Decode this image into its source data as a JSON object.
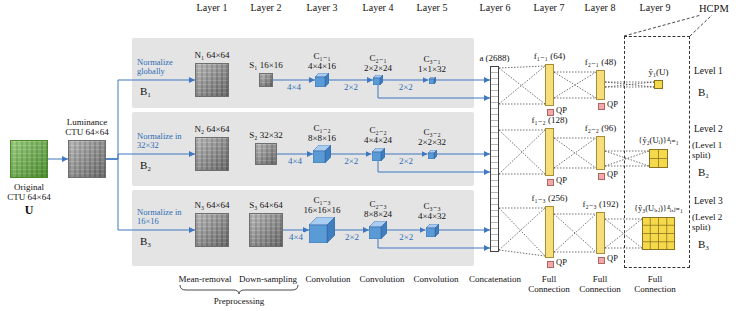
{
  "diagram": {
    "nodes": [
      {
        "text": [
          "Original CTU 64×64",
          "U"
        ]
      },
      {
        "text": [
          "Luminance CTU 64×64"
        ]
      },
      {
        "text": [
          "B₁"
        ]
      },
      {
        "text": [
          "N₁ 64×64"
        ],
        "in": 2
      },
      {
        "text": [
          "S₁ 16×16"
        ],
        "in": 2
      },
      {
        "text": [
          "C₁₋₁ 4×4×16"
        ],
        "in": 2
      },
      {
        "text": [
          "C₂₋₁ 2×2×24"
        ],
        "in": 2
      },
      {
        "text": [
          "C₃₋₁ 1×1×32"
        ],
        "in": 2
      },
      {
        "text": [
          "B₂"
        ]
      },
      {
        "text": [
          "N₂ 64×64"
        ],
        "in": 8
      },
      {
        "text": [
          "S₂ 32×32"
        ],
        "in": 8
      },
      {
        "text": [
          "C₁₋₂ 8×8×16"
        ],
        "in": 8
      },
      {
        "text": [
          "C₂₋₂ 4×4×24"
        ],
        "in": 8
      },
      {
        "text": [
          "C₃₋₂ 2×2×32"
        ],
        "in": 8
      },
      {
        "text": [
          "B₃"
        ]
      },
      {
        "text": [
          "N₃ 64×64"
        ],
        "in": 14
      },
      {
        "text": [
          "S₃ 64×64"
        ],
        "in": 14
      },
      {
        "text": [
          "C₁₋₃ 16×16×16"
        ],
        "in": 14
      },
      {
        "text": [
          "C₂₋₃ 8×8×24"
        ],
        "in": 14
      },
      {
        "text": [
          "C₃₋₃ 4×4×32"
        ],
        "in": 14
      },
      {
        "text": [
          "a (2688)"
        ]
      },
      {
        "text": [
          "f₁₋₁ (64)"
        ]
      },
      {
        "text": [
          "f₂₋₁ (48)"
        ]
      },
      {
        "text": [
          "f₁₋₂ (128)"
        ]
      },
      {
        "text": [
          "f₂₋₂ (96)"
        ]
      },
      {
        "text": [
          "f₁₋₃ (256)"
        ]
      },
      {
        "text": [
          "f₂₋₃ (192)"
        ]
      },
      {
        "text": [
          "HCPM"
        ]
      },
      {
        "text": [
          "ŷ₁(U)"
        ],
        "in": 27
      },
      {
        "text": [
          "{ŷ₂(Uᵢ)}⁴ᵢ₌₁"
        ],
        "in": 27
      },
      {
        "text": [
          "{ŷ₃(Uᵢ,ⱼ)}⁴ᵢ,ⱼ₌₁"
        ],
        "in": 27
      }
    ],
    "edges": [
      {
        "from": 0,
        "to": 1,
        "arrow": "to"
      },
      {
        "from": 1,
        "to": 3,
        "label": "Normalize globally",
        "arrow": "to"
      },
      {
        "from": 1,
        "to": 9,
        "label": "Normalize in 32×32",
        "arrow": "to"
      },
      {
        "from": 1,
        "to": 15,
        "label": "Normalize in 16×16",
        "arrow": "to"
      },
      {
        "from": 4,
        "to": 5,
        "label": "4×4",
        "arrow": "to"
      },
      {
        "from": 5,
        "to": 6,
        "label": "2×2",
        "arrow": "to"
      },
      {
        "from": 6,
        "to": 7,
        "label": "2×2",
        "arrow": "to"
      },
      {
        "from": 10,
        "to": 11,
        "label": "4×4",
        "arrow": "to"
      },
      {
        "from": 11,
        "to": 12,
        "label": "2×2",
        "arrow": "to"
      },
      {
        "from": 12,
        "to": 13,
        "label": "2×2",
        "arrow": "to"
      },
      {
        "from": 16,
        "to": 17,
        "label": "4×4",
        "arrow": "to"
      },
      {
        "from": 17,
        "to": 18,
        "label": "2×2",
        "arrow": "to"
      },
      {
        "from": 18,
        "to": 19,
        "label": "2×2",
        "arrow": "to"
      },
      {
        "from": 6,
        "to": 20,
        "arrow": "to"
      },
      {
        "from": 7,
        "to": 20,
        "arrow": "to"
      },
      {
        "from": 12,
        "to": 20,
        "arrow": "to"
      },
      {
        "from": 13,
        "to": 20,
        "arrow": "to"
      },
      {
        "from": 18,
        "to": 20,
        "arrow": "to"
      },
      {
        "from": 19,
        "to": 20,
        "arrow": "to"
      },
      {
        "from": 20,
        "to": 21,
        "arrow": "none"
      },
      {
        "from": 21,
        "to": 22,
        "arrow": "none"
      },
      {
        "from": 22,
        "to": 28,
        "arrow": "none"
      },
      {
        "from": 20,
        "to": 23,
        "arrow": "none"
      },
      {
        "from": 23,
        "to": 24,
        "arrow": "none"
      },
      {
        "from": 24,
        "to": 29,
        "arrow": "none"
      },
      {
        "from": 20,
        "to": 25,
        "arrow": "none"
      },
      {
        "from": 25,
        "to": 26,
        "arrow": "none"
      },
      {
        "from": 26,
        "to": 30,
        "arrow": "none"
      }
    ],
    "labels": [
      "Layer 1",
      "Layer 2",
      "Layer 3",
      "Layer 4",
      "Layer 5",
      "Layer 6",
      "Layer 7",
      "Layer 8",
      "Layer 9",
      "QP",
      "QP",
      "QP",
      "QP",
      "QP",
      "QP",
      "Level 1",
      "B₁",
      "Level 2",
      "(Level 1 split)",
      "B₂",
      "Level 3",
      "(Level 2 split)",
      "B₃",
      "Mean-removal",
      "Down-sampling",
      "Preprocessing",
      "Convolution",
      "Convolution",
      "Convolution",
      "Concatenation",
      "Full Connection",
      "Full Connection",
      "Full Connection"
    ]
  }
}
